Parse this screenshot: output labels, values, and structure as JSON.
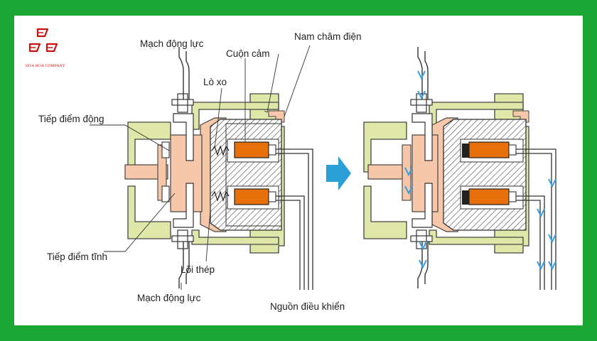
{
  "logo": {
    "company": "HOA HOA COMPANY",
    "color": "#cc1111"
  },
  "labels": {
    "power_circuit_top": "Mạch động lực",
    "coil": "Cuộn cảm",
    "electromagnet": "Nam châm điện",
    "spring": "Lò xo",
    "moving_contact": "Tiếp điểm động",
    "fixed_contact": "Tiếp điểm tĩnh",
    "iron_core": "Lõi thép",
    "power_circuit_bottom": "Mạch động lực",
    "control_source": "Nguồn điều khiển"
  },
  "colors": {
    "frame": "#1aa632",
    "armature": "#f6c7a8",
    "coil": "#e8700a",
    "base": "#dfe8a8",
    "arrow": "#2a9fd8",
    "current": "#3aa0e0"
  },
  "states": [
    "de-energized",
    "energized"
  ]
}
